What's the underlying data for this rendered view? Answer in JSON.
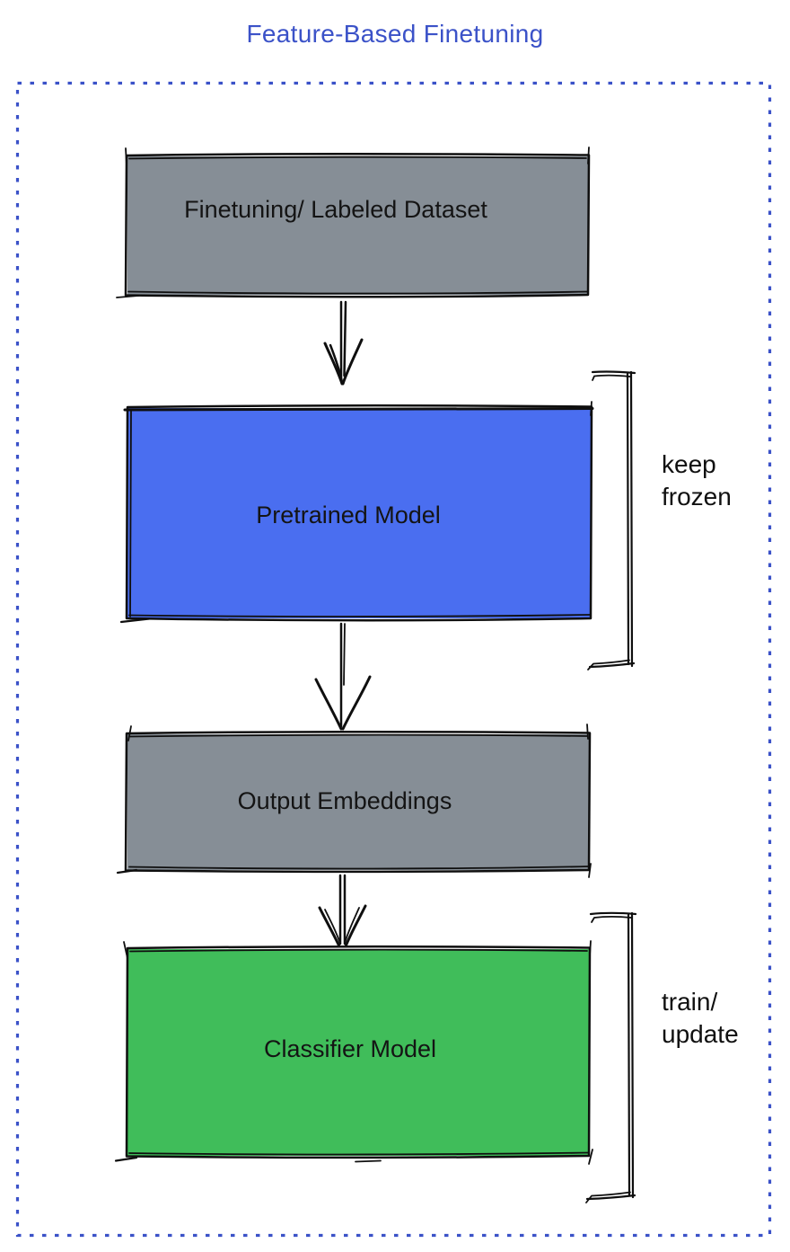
{
  "title": "Feature-Based Finetuning",
  "colors": {
    "title_blue": "#3B52C8",
    "frame_border_blue": "#3B52C8",
    "node_gray": "#868E96",
    "node_blue": "#4A6EF0",
    "node_green": "#40BD5A",
    "ink": "#0f0f0f"
  },
  "diagram": {
    "type": "flowchart",
    "nodes": [
      {
        "id": "dataset",
        "label": "Finetuning/ Labeled Dataset",
        "fill": "#868E96"
      },
      {
        "id": "pretrained-model",
        "label": "Pretrained Model",
        "fill": "#4A6EF0"
      },
      {
        "id": "output-embeddings",
        "label": "Output Embeddings",
        "fill": "#868E96"
      },
      {
        "id": "classifier-model",
        "label": "Classifier Model",
        "fill": "#40BD5A"
      }
    ],
    "edges": [
      {
        "from": "dataset",
        "to": "pretrained-model"
      },
      {
        "from": "pretrained-model",
        "to": "output-embeddings"
      },
      {
        "from": "output-embeddings",
        "to": "classifier-model"
      }
    ],
    "annotations": [
      {
        "target": "pretrained-model",
        "lines": [
          "keep",
          "frozen"
        ]
      },
      {
        "target": "classifier-model",
        "lines": [
          "train/",
          "update"
        ]
      }
    ]
  }
}
